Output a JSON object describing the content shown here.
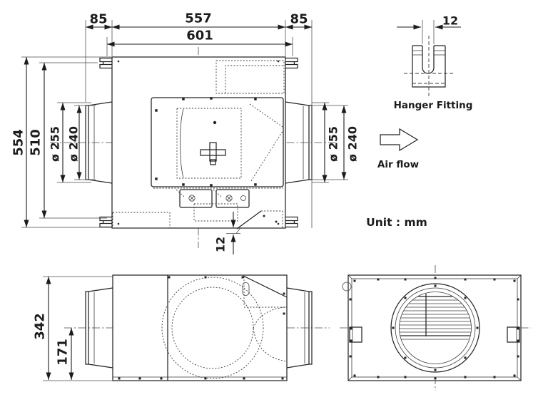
{
  "colors": {
    "line": "#242424",
    "background": "#ffffff"
  },
  "views": {
    "top": {
      "dims": {
        "duct_left": "85",
        "body_width": "557",
        "duct_right": "85",
        "hanger_span": "601",
        "overall_depth": "554",
        "inner_depth": "510",
        "flange_dia_left": "ø 255",
        "duct_dia_left": "ø 240",
        "flange_dia_right": "ø 255",
        "duct_dia_right": "ø 240",
        "foot_offset": "12"
      }
    },
    "front": {
      "dims": {
        "overall_height": "342",
        "center_height": "171"
      }
    },
    "hanger_detail": {
      "label": "Hanger Fitting",
      "slot_width": "12"
    },
    "annotations": {
      "air_flow": "Air flow",
      "unit_note": "Unit : mm"
    }
  }
}
